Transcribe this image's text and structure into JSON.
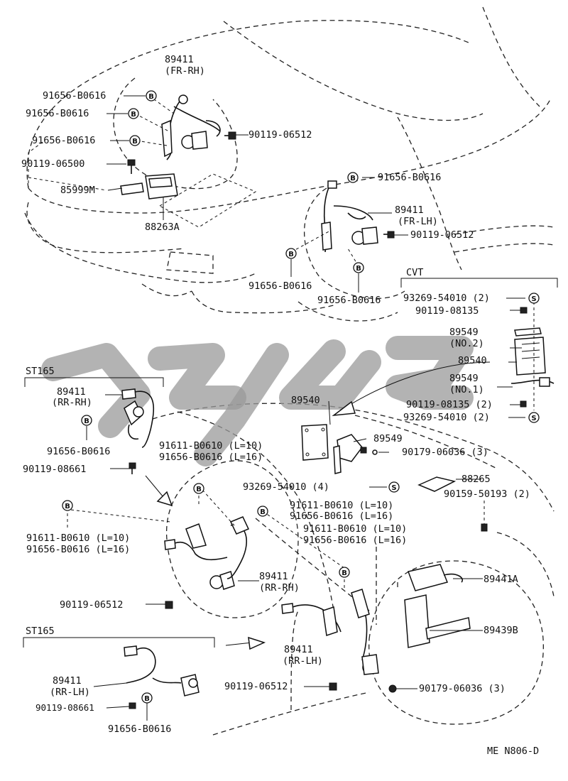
{
  "footer_code": "ME N806-D",
  "watermark_icon": "watermark-logo-icon",
  "groups": {
    "cvt": "CVT",
    "st165_top": "ST165",
    "st165_bottom": "ST165"
  },
  "symbols": {
    "b": "B",
    "s": "S"
  },
  "labels": {
    "l01": "89411",
    "l02": "(FR-RH)",
    "l03": "91656-B0616",
    "l04": "91656-B0616",
    "l05": "91656-B0616",
    "l06": "90119-06512",
    "l07": "90119-06500",
    "l08": "85999M",
    "l09": "88263A",
    "l10": "91656-B0616",
    "l11": "89411",
    "l12": "(FR-LH)",
    "l13": "90119-06512",
    "l14": "91656-B0616",
    "l15": "91656-B0616",
    "l16": "93269-54010 (2)",
    "l17": "90119-08135",
    "l18": "89549",
    "l19": "(NO.2)",
    "l20": "89540",
    "l21": "89549",
    "l22": "(NO.1)",
    "l23": "90119-08135 (2)",
    "l24": "93269-54010 (2)",
    "l25": "89411",
    "l26": "(RR-RH)",
    "l27": "91656-B0616",
    "l28": "90119-08661",
    "l29": "89540",
    "l30": "89549",
    "l31": "90179-06036 (3)",
    "l32": "91611-B0610 (L=10)",
    "l33": "91656-B0616 (L=16)",
    "l34": "93269-54010 (4)",
    "l35": "88265",
    "l36": "90159-50193 (2)",
    "l37": "91611-B0610 (L=10)",
    "l38": "91656-B0616 (L=16)",
    "l39": "91611-B0610 (L=10)",
    "l40": "91656-B0616 (L=16)",
    "l41": "91611-B0610 (L=10)",
    "l42": "91656-B0616 (L=16)",
    "l43": "89411",
    "l44": "(RR-RH)",
    "l45": "90119-06512",
    "l46": "89441A",
    "l47": "89439B",
    "l48": "89411",
    "l49": "(RR-LH)",
    "l50": "90119-06512",
    "l51": "90179-06036 (3)",
    "l52": "89411",
    "l53": "(RR-LH)",
    "l54": "90119-08661",
    "l55": "91656-B0616"
  }
}
